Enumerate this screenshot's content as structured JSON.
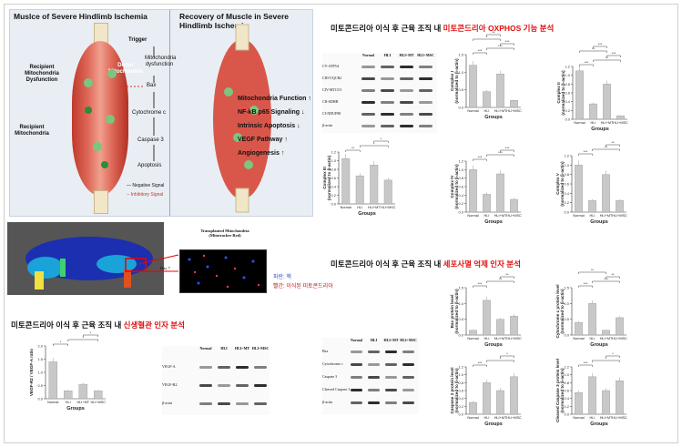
{
  "schematic": {
    "left_title": "Muslce of Severe Hindlimb Ischemia",
    "right_title": "Recovery of Muscle in Severe Hindlimb Ischemia",
    "trigger": "Trigger",
    "donor_label": "Donor Mitochondria",
    "recipient_dysfunction": "Recipient Mitochondria Dysfunction",
    "recipient": "Recipient Mitochondria",
    "mito_dysfunction": "Mitochondria dysfunction",
    "bax": "Bax",
    "cytochrome": "Cytochrome c",
    "caspase3": "Caspase 3",
    "apoptosis": "Apoptosis",
    "neg_signal": "Negative Signal",
    "inh_signal": "Inhibitory Signal",
    "effects": [
      "Mitochondria Function ↑",
      "NF-kB p65 Signaling ↓",
      "Intrinsic Apoptosis ↓",
      "VEGF Pathway ↑",
      "Angiogenesis ↑"
    ]
  },
  "fluorescence": {
    "title": "Transplanted Mitochondria",
    "subtitle": "(Mitotracker Red)",
    "day": "Day 7",
    "legend_blue": "파란: 핵",
    "legend_red": "빨간: 이식된 미토콘드리아"
  },
  "titles": {
    "oxphos_prefix": "미토콘드리아 이식 후 근육 조직 내 ",
    "oxphos_highlight": "미토콘드리아 OXPHOS 기능 분석",
    "apoptosis_prefix": "미토콘드리아 이식 후 근육 조직 내 ",
    "apoptosis_highlight": "세포사멸 억제 인자 분석",
    "angio_prefix": "미토콘드리아 이식 후 근육 조직 내 ",
    "angio_highlight": "신생혈관 인자 분석"
  },
  "blots": {
    "oxphos": {
      "columns": [
        "Normal",
        "HLI",
        "HLI+MT",
        "HLI+MSC"
      ],
      "rows": [
        "CV-ATP5A",
        "CIII-UQCR2",
        "CIV-MTCO1",
        "CII-SDHB",
        "CI-NDUF88",
        "β-actin"
      ]
    },
    "apoptosis": {
      "columns": [
        "Normal",
        "HLI",
        "HLI+MT",
        "HLI+MSC"
      ],
      "rows": [
        "Bax",
        "Cytochrome c",
        "Caspase 3",
        "Cleaved Caspase 3",
        "β-actin"
      ]
    },
    "vegf": {
      "columns": [
        "Normal",
        "HLI",
        "HLI+MT",
        "HLI+MSC"
      ],
      "rows": [
        "VEGF-A",
        "VEGF-R2",
        "β-actin"
      ]
    }
  },
  "chart_data": [
    {
      "type": "bar",
      "id": "complex1",
      "categories": [
        "Normal",
        "HLI",
        "HLI+MT",
        "HLI+MSC"
      ],
      "values": [
        1.2,
        0.45,
        0.95,
        0.2
      ],
      "ylabel": "Complex I\n(normalized to β-actin)",
      "xlabel": "Groups",
      "ylim": [
        0,
        1.5
      ],
      "yticks": [
        "0.0",
        "0.5",
        "1.0",
        "1.5"
      ],
      "sig": [
        "***",
        "***",
        "***",
        "*",
        "**"
      ]
    },
    {
      "type": "bar",
      "id": "complex2",
      "categories": [
        "Normal",
        "HLI",
        "HLI+MT",
        "HLI+MSC"
      ],
      "values": [
        1.1,
        0.35,
        0.8,
        0.08
      ],
      "ylabel": "Complex II\n(normalized to β-actin)",
      "xlabel": "Groups",
      "ylim": [
        0,
        1.2
      ],
      "yticks": [
        "0.0",
        "0.2",
        "0.4",
        "0.6",
        "0.8",
        "1.0",
        "1.2"
      ],
      "sig": [
        "***",
        "**",
        "***",
        "**",
        "***"
      ]
    },
    {
      "type": "bar",
      "id": "complex3",
      "categories": [
        "Normal",
        "HLI",
        "HLI+MT",
        "HLI+MSC"
      ],
      "values": [
        1.05,
        0.65,
        0.9,
        0.55
      ],
      "ylabel": "Complex III\n(normalized to β-actin)",
      "xlabel": "Groups",
      "ylim": [
        0,
        1.2
      ],
      "yticks": [
        "0.0",
        "0.2",
        "0.4",
        "0.6",
        "0.8",
        "1.0",
        "1.2"
      ],
      "sig": [
        "**",
        "*",
        "*"
      ]
    },
    {
      "type": "bar",
      "id": "complex4",
      "categories": [
        "Normal",
        "HLI",
        "HLI+MT",
        "HLI+MSC"
      ],
      "values": [
        1.0,
        0.42,
        0.9,
        0.3
      ],
      "ylabel": "Complex IV\n(normalized to β-actin)",
      "xlabel": "Groups",
      "ylim": [
        0,
        1.2
      ],
      "yticks": [
        "0.0",
        "0.2",
        "0.4",
        "0.6",
        "0.8",
        "1.0",
        "1.2"
      ],
      "sig": [
        "***",
        "***",
        "***"
      ]
    },
    {
      "type": "bar",
      "id": "complex5",
      "categories": [
        "Normal",
        "HLI",
        "HLI+MT",
        "HLI+MSC"
      ],
      "values": [
        1.0,
        0.25,
        0.8,
        0.25
      ],
      "ylabel": "Complex V\n(normalized to β-actin)",
      "xlabel": "Groups",
      "ylim": [
        0,
        1.2
      ],
      "yticks": [
        "0.0",
        "0.2",
        "0.4",
        "0.6",
        "0.8",
        "1.0",
        "1.2"
      ],
      "sig": [
        "***",
        "**",
        "**"
      ]
    },
    {
      "type": "bar",
      "id": "bax",
      "categories": [
        "Normal",
        "HLI",
        "HLI+MT",
        "HLI+MSC"
      ],
      "values": [
        0.15,
        1.1,
        0.5,
        0.6
      ],
      "ylabel": "Bax protein level\n(normalized to β-actin)",
      "xlabel": "Groups",
      "ylim": [
        0,
        1.5
      ],
      "yticks": [
        "0.0",
        "0.5",
        "1.0",
        "1.5"
      ],
      "sig": [
        "***",
        "**",
        "**"
      ]
    },
    {
      "type": "bar",
      "id": "cytc",
      "categories": [
        "Normal",
        "HLI",
        "HLI+MT",
        "HLI+MSC"
      ],
      "values": [
        0.4,
        1.0,
        0.15,
        0.55
      ],
      "ylabel": "Cytochrome c protein level\n(normalized to β-actin)",
      "xlabel": "Groups",
      "ylim": [
        0,
        1.5
      ],
      "yticks": [
        "0.0",
        "0.5",
        "1.0",
        "1.5"
      ],
      "sig": [
        "***",
        "***",
        "**",
        "**"
      ]
    },
    {
      "type": "bar",
      "id": "casp3",
      "categories": [
        "Normal",
        "HLI",
        "HLI+MT",
        "HLI+MSC"
      ],
      "values": [
        0.3,
        0.8,
        0.6,
        0.95
      ],
      "ylabel": "Caspase 3 protein level\n(normalized to β-actin)",
      "xlabel": "Groups",
      "ylim": [
        0,
        1.2
      ],
      "yticks": [
        "0.0",
        "0.2",
        "0.4",
        "0.6",
        "0.8",
        "1.0",
        "1.2"
      ],
      "sig": [
        "***",
        "*",
        "*"
      ]
    },
    {
      "type": "bar",
      "id": "cleaved",
      "categories": [
        "Normal",
        "HLI",
        "HLI+MT",
        "HLI+MSC"
      ],
      "values": [
        0.55,
        0.95,
        0.6,
        0.85
      ],
      "ylabel": "Cleaved Caspase 3 protein level\n(normalized to β-actin)",
      "xlabel": "Groups",
      "ylim": [
        0,
        1.2
      ],
      "yticks": [
        "0.0",
        "0.2",
        "0.4",
        "0.6",
        "0.8",
        "1.0",
        "1.2"
      ],
      "sig": [
        "***",
        "*",
        "*"
      ]
    },
    {
      "type": "bar",
      "id": "vegf",
      "categories": [
        "Normal",
        "HLI",
        "HLI+MT",
        "HLI+MSC"
      ],
      "values": [
        1.4,
        0.3,
        0.55,
        0.3
      ],
      "ylabel": "VEGF-R2 / VEGF-A ratio",
      "xlabel": "Groups",
      "ylim": [
        0,
        2.0
      ],
      "yticks": [
        "0.0",
        "0.5",
        "1.0",
        "1.5",
        "2.0"
      ],
      "sig": [
        "*",
        "*",
        "*"
      ]
    }
  ]
}
